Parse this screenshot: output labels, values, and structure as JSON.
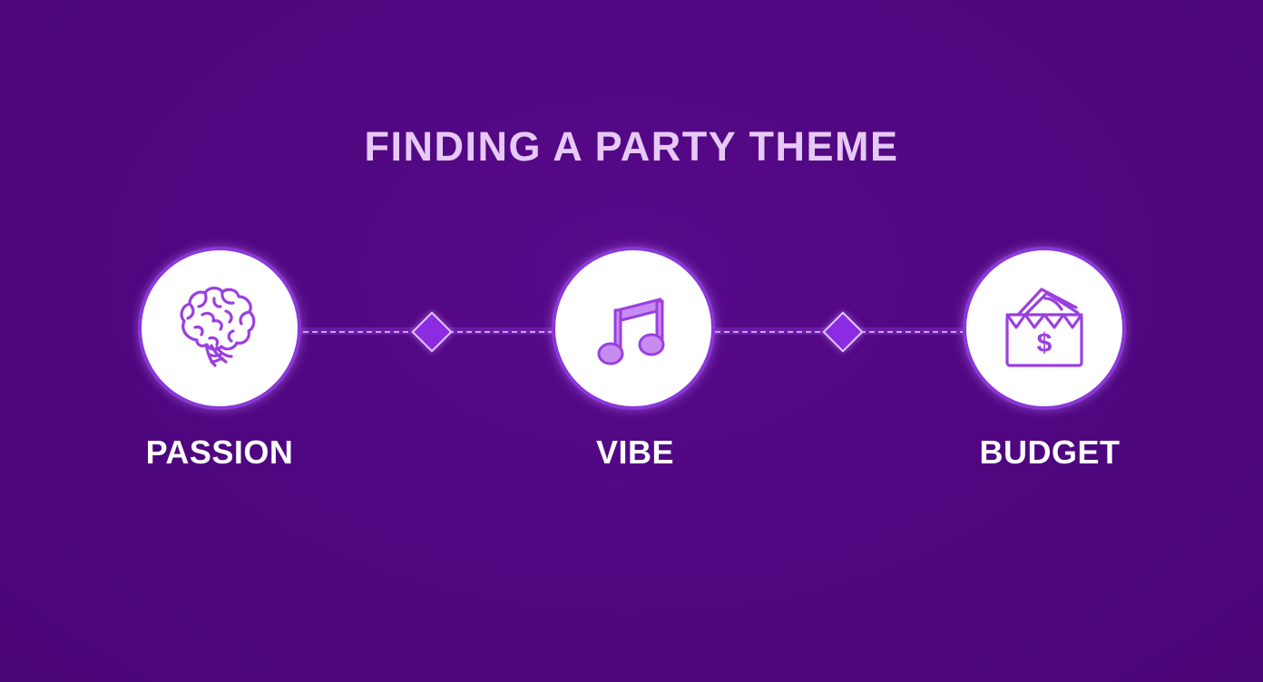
{
  "title": "FINDING A PARTY THEME",
  "steps": [
    {
      "label": "PASSION",
      "icon": "brain-icon"
    },
    {
      "label": "VIBE",
      "icon": "music-note-icon"
    },
    {
      "label": "BUDGET",
      "icon": "money-envelope-icon"
    }
  ],
  "budget_symbol": "$",
  "colors": {
    "background": "#4f067f",
    "title": "#e6c9f5",
    "icon_stroke": "#9a3fe0",
    "circle_border": "#8a37d8",
    "diamond": "#8b2be2",
    "connector": "#c9a2ec"
  }
}
